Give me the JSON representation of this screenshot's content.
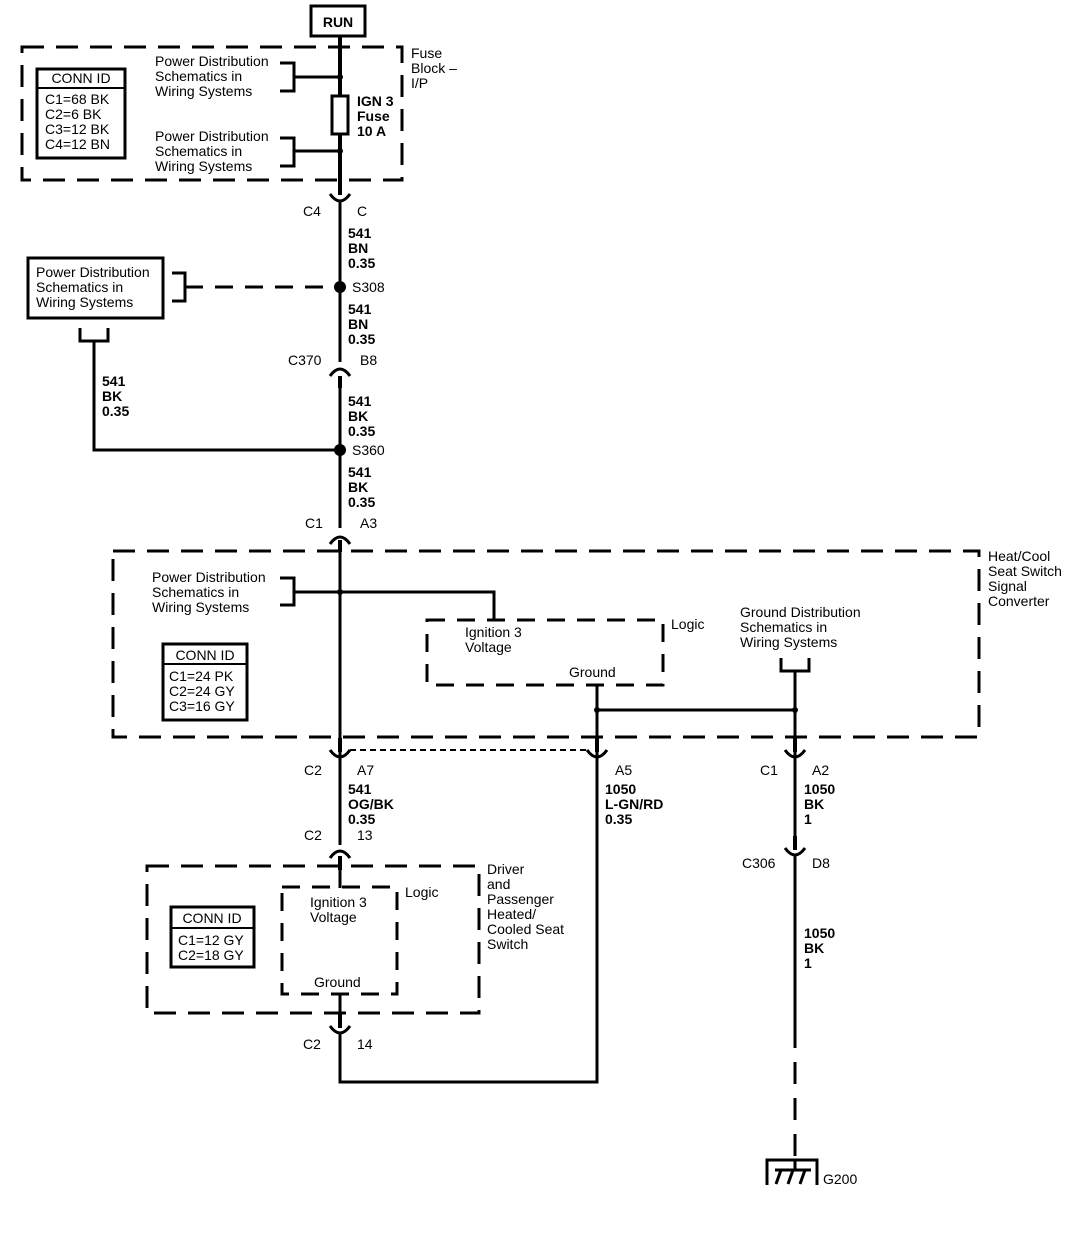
{
  "run_label": "RUN",
  "fuse_block": {
    "name": [
      "Fuse",
      "Block –",
      "I/P"
    ],
    "conn_id": {
      "title": "CONN ID",
      "rows": [
        "C1=68 BK",
        "C2=6 BK",
        "C3=12 BK",
        "C4=12 BN"
      ]
    },
    "ref_top": [
      "Power Distribution",
      "Schematics in",
      "Wiring Systems"
    ],
    "ref_bottom": [
      "Power Distribution",
      "Schematics in",
      "Wiring Systems"
    ],
    "fuse": [
      "IGN 3",
      "Fuse",
      "10 A"
    ]
  },
  "connectors": {
    "c4": {
      "name": "C4",
      "pin": "C"
    },
    "c370": {
      "name": "C370",
      "pin": "B8"
    },
    "c1_a3": {
      "name": "C1",
      "pin": "A3"
    },
    "c2_a7": {
      "name": "C2",
      "pin": "A7"
    },
    "a5": {
      "pin": "A5"
    },
    "c1_a2": {
      "name": "C1",
      "pin": "A2"
    },
    "c2_13": {
      "name": "C2",
      "pin": "13"
    },
    "c306": {
      "name": "C306",
      "pin": "D8"
    },
    "c2_14": {
      "name": "C2",
      "pin": "14"
    }
  },
  "splices": {
    "s308": "S308",
    "s360": "S360"
  },
  "wires": {
    "w1": [
      "541",
      "BN",
      "0.35"
    ],
    "w2": [
      "541",
      "BN",
      "0.35"
    ],
    "w3": [
      "541",
      "BK",
      "0.35"
    ],
    "w4": [
      "541",
      "BK",
      "0.35"
    ],
    "w_left": [
      "541",
      "BK",
      "0.35"
    ],
    "w5": [
      "541",
      "OG/BK",
      "0.35"
    ],
    "w6": [
      "1050",
      "L-GN/RD",
      "0.35"
    ],
    "w7": [
      "1050",
      "BK",
      "1"
    ],
    "w8": [
      "1050",
      "BK",
      "1"
    ]
  },
  "left_ref": [
    "Power Distribution",
    "Schematics in",
    "Wiring Systems"
  ],
  "converter": {
    "name": [
      "Heat/Cool",
      "Seat Switch",
      "Signal",
      "Converter"
    ],
    "ref_power": [
      "Power Distribution",
      "Schematics in",
      "Wiring Systems"
    ],
    "ref_ground": [
      "Ground Distribution",
      "Schematics in",
      "Wiring Systems"
    ],
    "conn_id": {
      "title": "CONN ID",
      "rows": [
        "C1=24 PK",
        "C2=24 GY",
        "C3=16 GY"
      ]
    },
    "logic_label": "Logic",
    "ign": [
      "Ignition 3",
      "Voltage"
    ],
    "ground": "Ground"
  },
  "switch": {
    "name": [
      "Driver",
      "and",
      "Passenger",
      "Heated/",
      "Cooled Seat",
      "Switch"
    ],
    "conn_id": {
      "title": "CONN ID",
      "rows": [
        "C1=12 GY",
        "C2=18 GY"
      ]
    },
    "logic_label": "Logic",
    "ign": [
      "Ignition 3",
      "Voltage"
    ],
    "ground": "Ground"
  },
  "ground_point": "G200"
}
